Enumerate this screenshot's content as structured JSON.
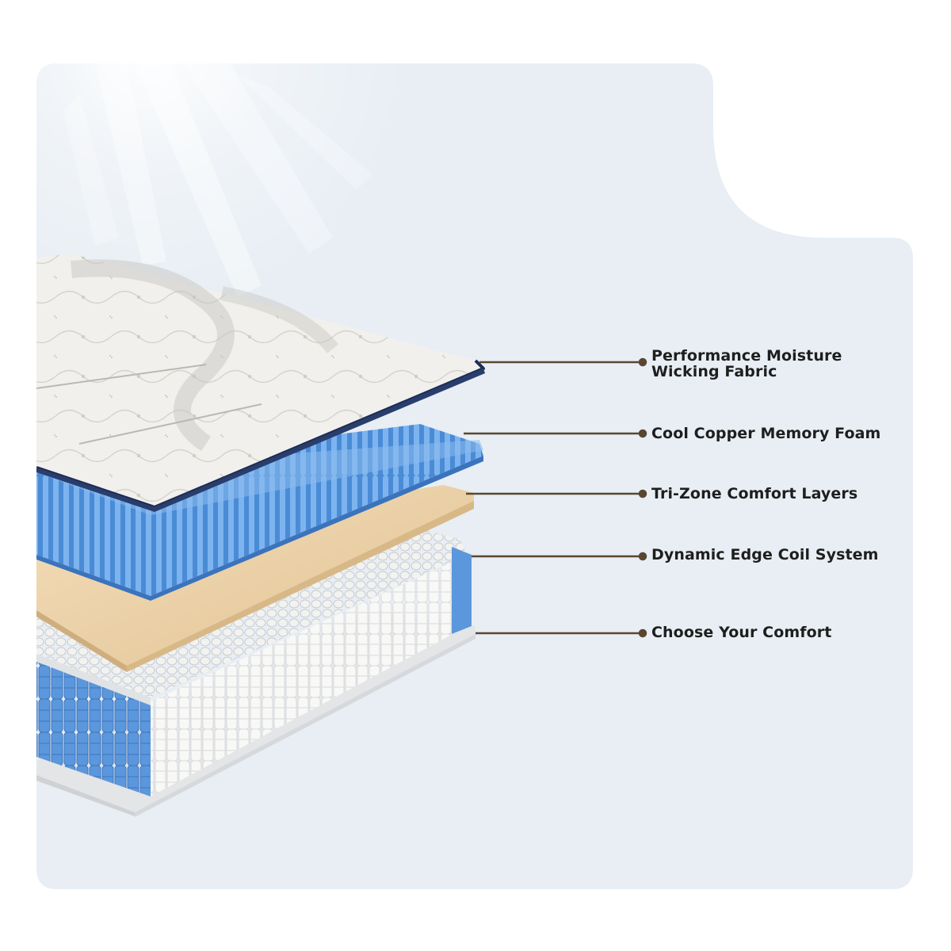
{
  "colors": {
    "panel": "#e8eef4",
    "leader": "#5a4630",
    "fabric": "#f1f0ec",
    "foam_blue": "#4a8bd6",
    "comfort_layer": "#edd3a9",
    "coil_white": "#f7f7f5",
    "coil_blue": "#5b97dc",
    "piping": "#1c2d55"
  },
  "icons": {
    "brand": "cloud-swirl-icon",
    "light": "sun-rays"
  },
  "layers": [
    {
      "id": "fabric",
      "label_lines": [
        "Performance Moisture",
        "Wicking Fabric"
      ]
    },
    {
      "id": "memory-foam",
      "label_lines": [
        "Cool Copper Memory Foam"
      ]
    },
    {
      "id": "comfort-layers",
      "label_lines": [
        "Tri-Zone Comfort Layers"
      ]
    },
    {
      "id": "coil-system",
      "label_lines": [
        "Dynamic Edge Coil System"
      ]
    },
    {
      "id": "base",
      "label_lines": [
        "Choose Your Comfort"
      ]
    }
  ]
}
